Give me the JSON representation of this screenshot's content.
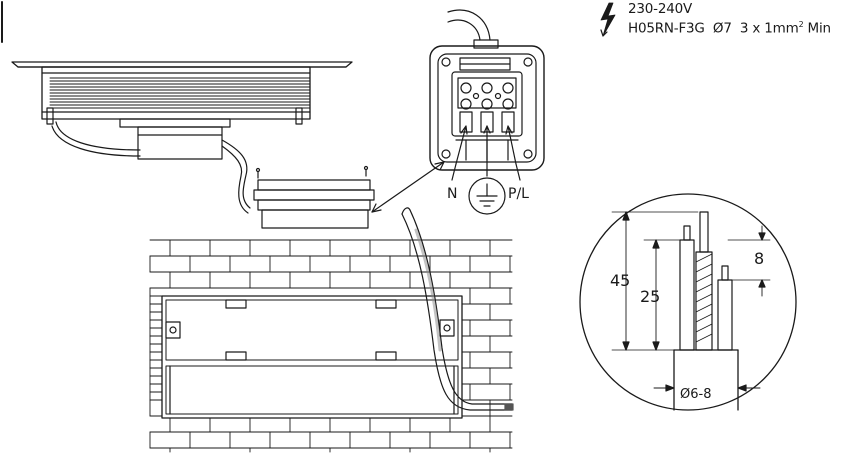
{
  "spec": {
    "voltage": "230-240V",
    "cable_code": "H05RN-F3G",
    "cable_diameter": "Ø7",
    "cable_section_prefix": "3 x 1mm",
    "cable_section_sup": "2",
    "cable_section_suffix": " Min"
  },
  "terminal_labels": {
    "neutral": "N",
    "phase": "P/L"
  },
  "dimensions": {
    "outer_strip": "45",
    "inner_strip": "25",
    "conductor_strip": "8",
    "sheath_diameter": "Ø6-8"
  },
  "icons": {
    "voltage": "lightning-bolt-icon",
    "earth": "earth-ground-icon"
  }
}
